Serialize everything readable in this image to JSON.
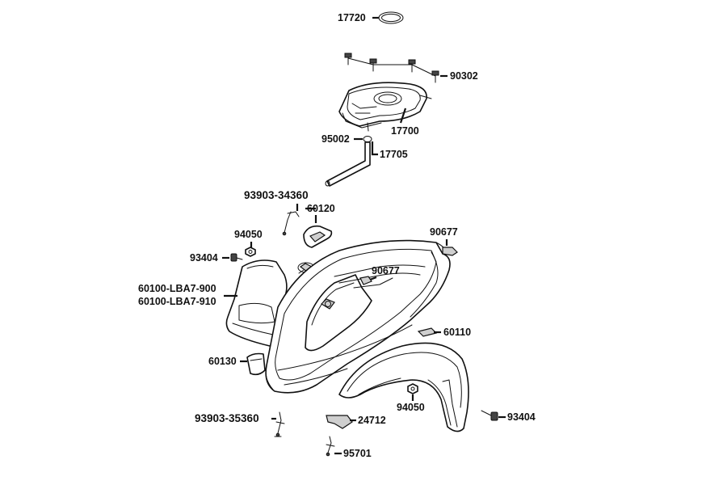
{
  "diagram": {
    "labels": {
      "p17720": "17720",
      "p90302": "90302",
      "p17700": "17700",
      "p95002": "95002",
      "p17705": "17705",
      "p93903_34360": "93903-34360",
      "p60120": "60120",
      "p94050_top": "94050",
      "p93404_left": "93404",
      "p60100_900": "60100-LBA7-900",
      "p60100_910": "60100-LBA7-910",
      "p90677_right": "90677",
      "p90677_center": "90677",
      "p60110": "60110",
      "p60130": "60130",
      "p94050_bottom": "94050",
      "p93404_right": "93404",
      "p93903_35360": "93903-35360",
      "p24712": "24712",
      "p95701": "95701"
    }
  }
}
